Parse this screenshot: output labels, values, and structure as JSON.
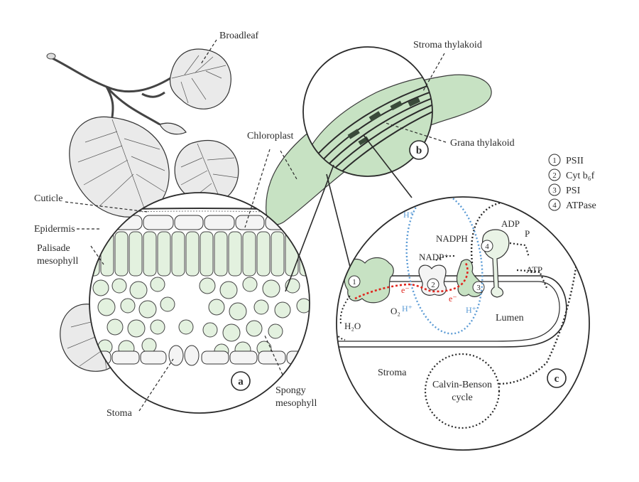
{
  "labels": {
    "broadleaf": "Broadleaf",
    "chloroplast": "Chloroplast",
    "cuticle": "Cuticle",
    "epidermis": "Epidermis",
    "palisade_1": "Palisade",
    "palisade_2": "mesophyll",
    "stoma": "Stoma",
    "spongy_1": "Spongy",
    "spongy_2": "mesophyll",
    "stroma_thylakoid": "Stroma thylakoid",
    "grana_thylakoid": "Grana thylakoid",
    "badge_a": "a",
    "badge_b": "b",
    "badge_c": "c",
    "h_plus_top": "H⁺",
    "h_plus_bottom": "H⁺",
    "h_plus_right": "H⁺",
    "nadph": "NADPH",
    "nadp_plus": "NADP⁺",
    "adp": "ADP",
    "p": "P",
    "atp": "ATP",
    "lumen": "Lumen",
    "stroma": "Stroma",
    "calvin_1": "Calvin-Benson",
    "calvin_2": "cycle",
    "h2o": "H₂O",
    "o2": "O₂",
    "e_minus_1": "e⁻",
    "e_minus_2": "e⁻",
    "complex_1": "1",
    "complex_2": "2",
    "complex_3": "3",
    "complex_4": "4"
  },
  "legend": [
    {
      "num": "1",
      "text": "PSII"
    },
    {
      "num": "2",
      "text": "Cyt b₆f"
    },
    {
      "num": "3",
      "text": "PSI"
    },
    {
      "num": "4",
      "text": "ATPase"
    }
  ],
  "colors": {
    "ink": "#2b2b2b",
    "chloroplast_green": "#c7e2c3",
    "proton_blue": "#5b9bd5",
    "electron_red": "#e0271f"
  }
}
